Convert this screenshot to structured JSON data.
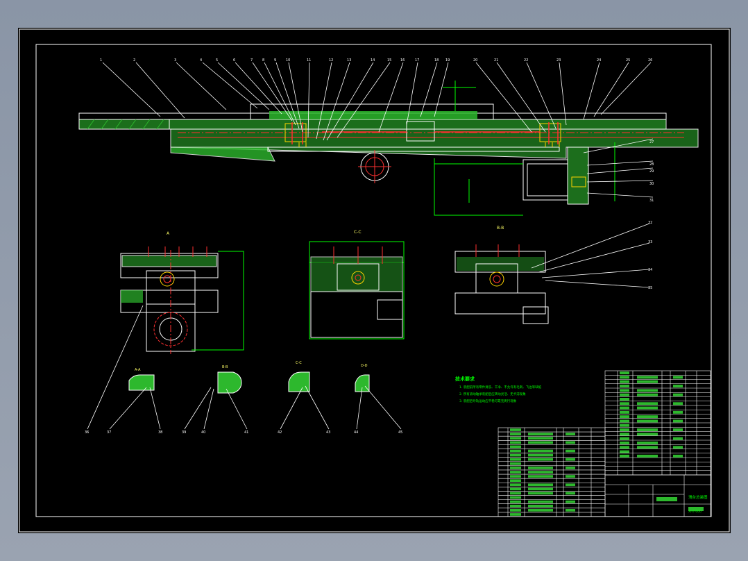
{
  "colors": {
    "background": "#000000",
    "outline": "#ffffff",
    "hatch": "#2db82d",
    "dimension": "#00ff00",
    "centerline": "#ff3030",
    "hidden": "#00ffff",
    "part": "#ffd400",
    "leader": "#ffffff"
  },
  "section_labels": {
    "a": "A",
    "b": "C-C",
    "c": "B-B",
    "d": "A-A",
    "e": "B-B",
    "f": "C-C",
    "g": "D-D"
  },
  "notes": {
    "title": "技术要求",
    "lines": [
      "1. 装配前所有零件清洗、干净、不允许有毛刺、飞边等缺陷",
      "2. 所有滚动轴承装配后应转动灵活、无卡滞现象",
      "3. 装配后导轨运动应平稳可靠无爬行现象"
    ]
  },
  "title_block": {
    "drawing_name": "滑台总装图",
    "drawing_number": "XHT-000"
  }
}
